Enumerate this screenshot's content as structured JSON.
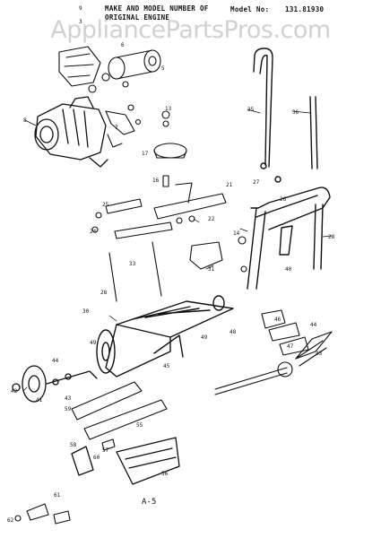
{
  "header": {
    "line1": "MAKE AND MODEL NUMBER OF",
    "line2": "ORIGINAL ENGINE",
    "model_label": "Model No:",
    "model_value": "131.81930"
  },
  "watermark": "AppliancePartsPros.com",
  "page_label": "A-5",
  "colors": {
    "ink": "#111111",
    "paper": "#ffffff",
    "watermark": "#c9c9c9"
  }
}
